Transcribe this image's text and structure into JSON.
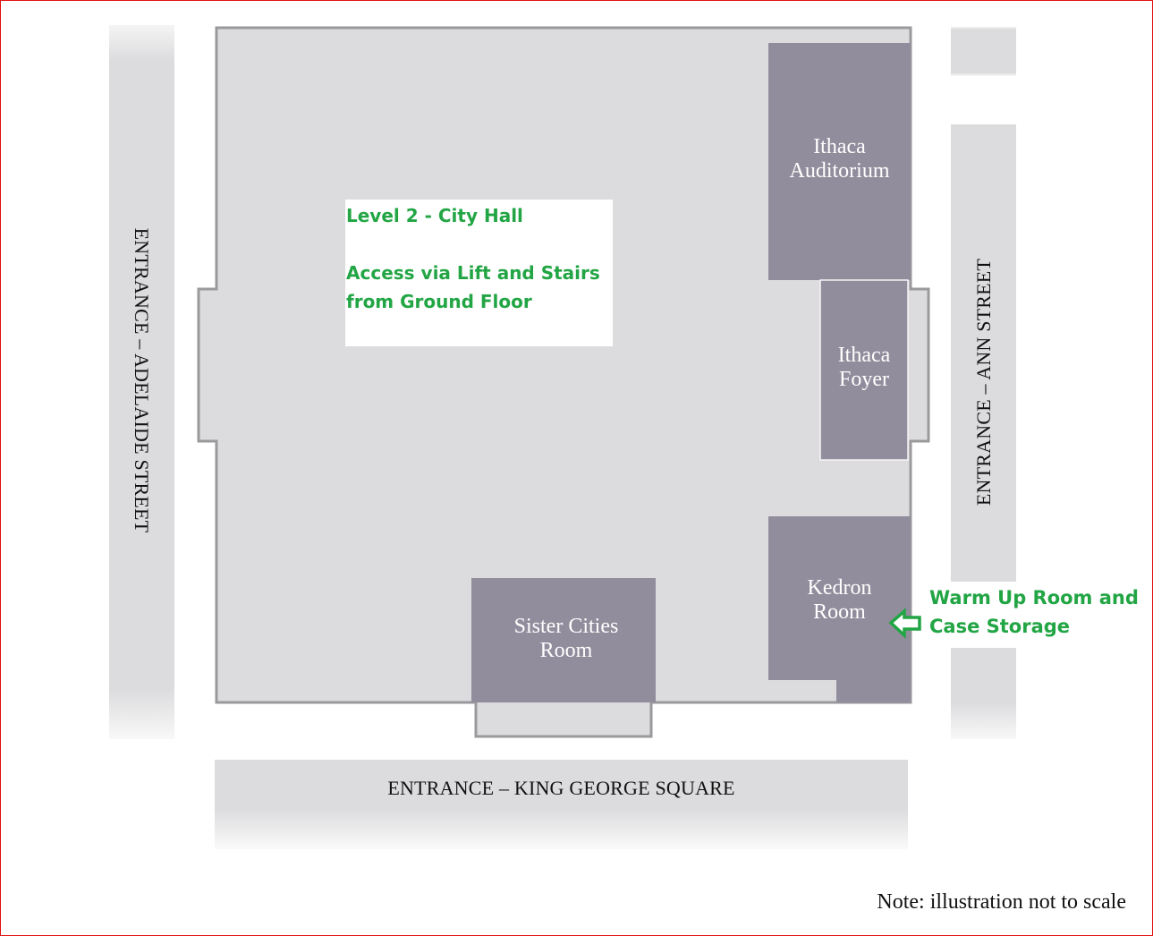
{
  "streets": {
    "left": "ENTRANCE – ADELAIDE STREET",
    "right": "ENTRANCE – ANN STREET",
    "bottom": "ENTRANCE – KING GEORGE SQUARE"
  },
  "info_box": {
    "title": "Level 2 - City Hall",
    "line1": "Access via Lift and Stairs",
    "line2": "from Ground Floor"
  },
  "rooms": {
    "ithaca_auditorium": [
      "Ithaca",
      "Auditorium"
    ],
    "ithaca_foyer": [
      "Ithaca",
      "Foyer"
    ],
    "kedron_room": [
      "Kedron",
      "Room"
    ],
    "sister_cities_room": [
      "Sister Cities",
      "Room"
    ]
  },
  "callout": {
    "line1": "Warm Up Room and",
    "line2": "Case Storage",
    "icon": "arrow-left-icon"
  },
  "note": "Note: illustration not to scale",
  "colors": {
    "building": "#dcdcde",
    "room": "#928d9c",
    "street": "#dcdcde",
    "callout": "#22a544",
    "border": "#e41010"
  }
}
